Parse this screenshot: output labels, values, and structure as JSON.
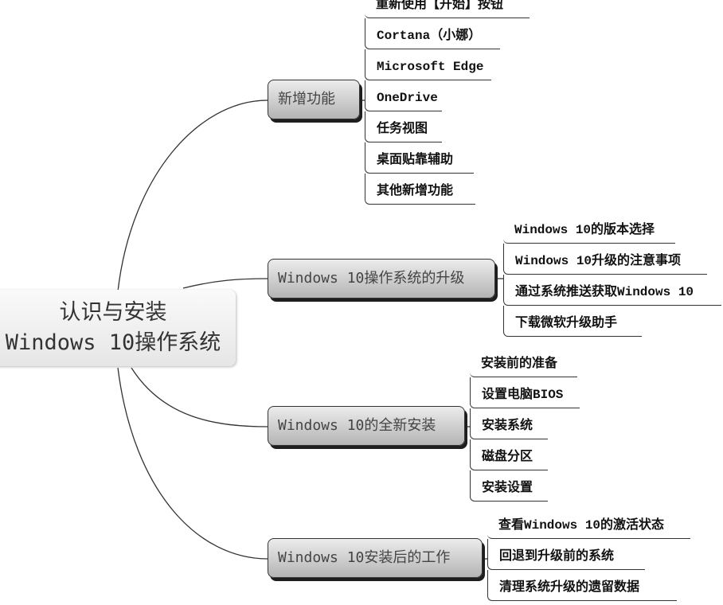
{
  "root": {
    "line1": "认识与安装",
    "line2": "Windows 10操作系统"
  },
  "branches": [
    {
      "label": "新增功能",
      "leaves": [
        "重新使用【开始】按钮",
        "Cortana（小娜）",
        "Microsoft Edge",
        "OneDrive",
        "任务视图",
        "桌面贴靠辅助",
        "其他新增功能"
      ]
    },
    {
      "label": "Windows 10操作系统的升级",
      "leaves": [
        "Windows 10的版本选择",
        "Windows 10升级的注意事项",
        "通过系统推送获取Windows 10",
        "下载微软升级助手"
      ]
    },
    {
      "label": "Windows 10的全新安装",
      "leaves": [
        "安装前的准备",
        "设置电脑BIOS",
        "安装系统",
        "磁盘分区",
        "安装设置"
      ]
    },
    {
      "label": "Windows 10安装后的工作",
      "leaves": [
        "查看Windows 10的激活状态",
        "回退到升级前的系统",
        "清理系统升级的遗留数据"
      ]
    }
  ]
}
